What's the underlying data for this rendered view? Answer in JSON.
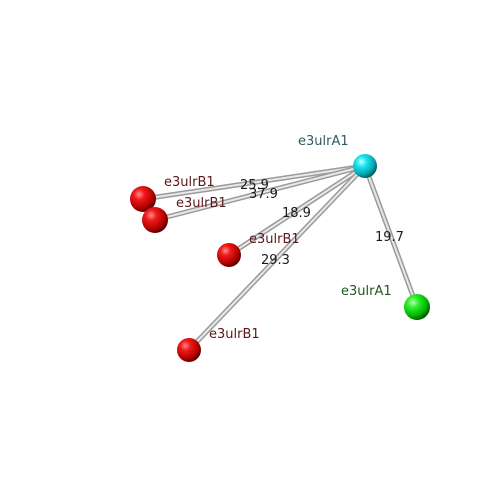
{
  "scene": {
    "nodes": [
      {
        "id": "hub",
        "label": "e3ulrA1",
        "color": "cyan",
        "label_color": "#2e5c66"
      },
      {
        "id": "r1",
        "label": "e3ulrB1",
        "color": "red",
        "label_color": "#5a1a1a"
      },
      {
        "id": "r2",
        "label": "e3ulrB1",
        "color": "red",
        "label_color": "#5a1a1a"
      },
      {
        "id": "r3",
        "label": "e3ulrB1",
        "color": "red",
        "label_color": "#5a1a1a"
      },
      {
        "id": "r4",
        "label": "e3ulrB1",
        "color": "red",
        "label_color": "#5a1a1a"
      },
      {
        "id": "g1",
        "label": "e3ulrA1",
        "color": "green",
        "label_color": "#1e5a1e"
      }
    ],
    "edges": [
      {
        "from": "hub",
        "to": "r1",
        "distance": "25.9"
      },
      {
        "from": "hub",
        "to": "r2",
        "distance": "37.9"
      },
      {
        "from": "hub",
        "to": "r3",
        "distance": "18.9"
      },
      {
        "from": "hub",
        "to": "r4",
        "distance": "29.3"
      },
      {
        "from": "hub",
        "to": "g1",
        "distance": "19.7"
      }
    ]
  }
}
